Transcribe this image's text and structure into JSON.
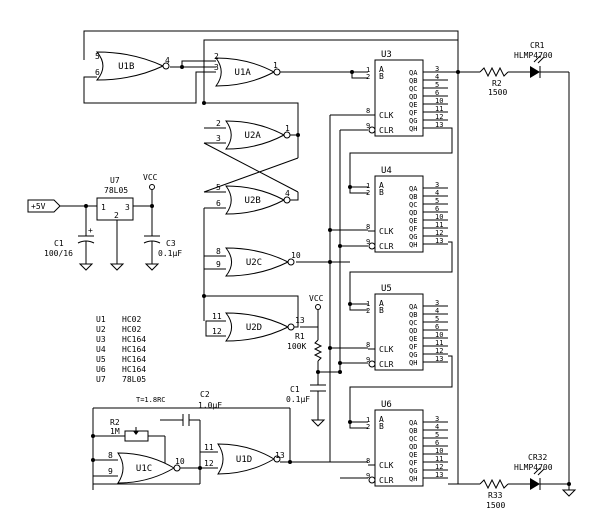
{
  "gates": [
    {
      "id": "U1B",
      "in": [
        "5",
        "6"
      ],
      "out": "4"
    },
    {
      "id": "U1A",
      "in": [
        "2",
        "3"
      ],
      "out": "1"
    },
    {
      "id": "U2A",
      "in": [
        "2",
        "3"
      ],
      "out": "1"
    },
    {
      "id": "U2B",
      "in": [
        "5",
        "6"
      ],
      "out": "4"
    },
    {
      "id": "U2C",
      "in": [
        "8",
        "9"
      ],
      "out": "10"
    },
    {
      "id": "U2D",
      "in": [
        "11",
        "12"
      ],
      "out": "13"
    },
    {
      "id": "U1C",
      "in": [
        "8",
        "9"
      ],
      "out": "10"
    },
    {
      "id": "U1D",
      "in": [
        "11",
        "12"
      ],
      "out": "13"
    }
  ],
  "registers": [
    {
      "id": "U3"
    },
    {
      "id": "U4"
    },
    {
      "id": "U5"
    },
    {
      "id": "U6"
    }
  ],
  "register_pins": {
    "inputs": [
      {
        "name": "A",
        "pin": "1"
      },
      {
        "name": "B",
        "pin": "2"
      }
    ],
    "outputs": [
      {
        "name": "QA",
        "pin": "3"
      },
      {
        "name": "QB",
        "pin": "4"
      },
      {
        "name": "QC",
        "pin": "5"
      },
      {
        "name": "QD",
        "pin": "6"
      },
      {
        "name": "QE",
        "pin": "10"
      },
      {
        "name": "QF",
        "pin": "11"
      },
      {
        "name": "QG",
        "pin": "12"
      },
      {
        "name": "QH",
        "pin": "13"
      }
    ],
    "clk": {
      "name": "CLK",
      "pin": "8"
    },
    "clr": {
      "name": "CLR",
      "pin": "9"
    }
  },
  "regulator": {
    "id": "U7",
    "part": "78L05",
    "pins": [
      "1",
      "3",
      "2"
    ]
  },
  "supply_label": "+5V",
  "vcc_label": "VCC",
  "c1_top": {
    "name": "C1",
    "value": "100/16"
  },
  "c3": {
    "name": "C3",
    "value": "0.1µF"
  },
  "r1": {
    "name": "R1",
    "value": "100K"
  },
  "c1_mid": {
    "name": "C1",
    "value": "0.1µF"
  },
  "c2": {
    "name": "C2",
    "value": "1.0µF"
  },
  "r2_osc": {
    "name": "R2",
    "value": "1M"
  },
  "timing_note": "T=1.8RC",
  "r2_out": {
    "name": "R2",
    "value": "1500"
  },
  "r33": {
    "name": "R33",
    "value": "1500"
  },
  "cr1": {
    "name": "CR1",
    "part": "HLMP4700"
  },
  "cr32": {
    "name": "CR32",
    "part": "HLMP4700"
  },
  "parts_list": [
    {
      "ref": "U1",
      "part": "HC02"
    },
    {
      "ref": "U2",
      "part": "HC02"
    },
    {
      "ref": "U3",
      "part": "HC164"
    },
    {
      "ref": "U4",
      "part": "HC164"
    },
    {
      "ref": "U5",
      "part": "HC164"
    },
    {
      "ref": "U6",
      "part": "HC164"
    },
    {
      "ref": "U7",
      "part": "78L05"
    }
  ]
}
